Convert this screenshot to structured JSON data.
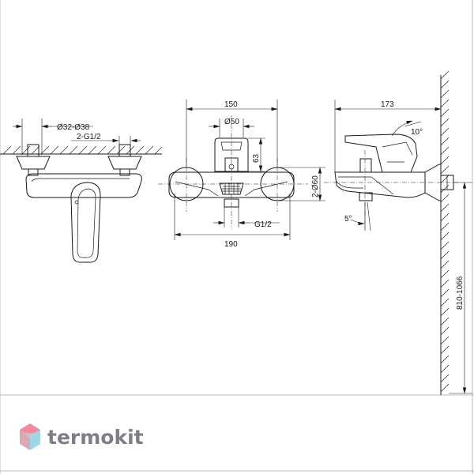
{
  "dimensions": {
    "escutcheon_diameter": "Ø32-Ø38",
    "inlet_thread": "2-G1/2",
    "spout_width": "150",
    "spout_diameter": "Ø50",
    "spout_height": "63",
    "escutcheon_diameter_2": "2-Ø60",
    "outlet_thread": "G1/2",
    "overall_width": "190",
    "projection": "173",
    "lever_angle": "10°",
    "spout_angle": "5°",
    "mount_height": "810-1066"
  },
  "brand": {
    "name": "termokit",
    "logo_colors": [
      "#d9a8b4",
      "#f08a9c",
      "#9fd7e8",
      "#c9cdd6"
    ]
  }
}
